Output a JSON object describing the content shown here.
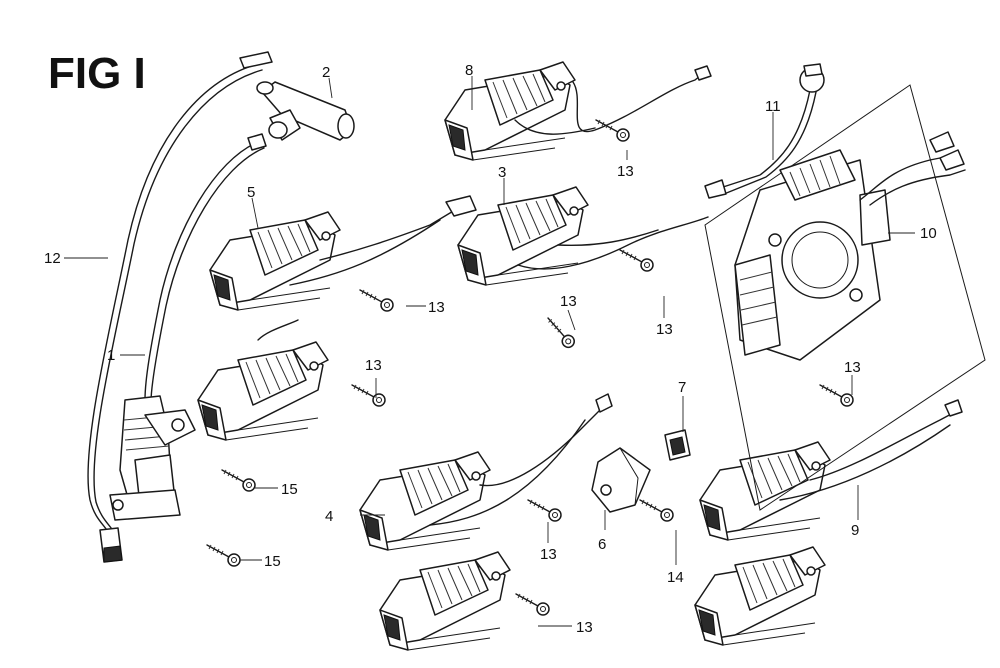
{
  "figure_title": "FIG I",
  "callouts": {
    "c1": "1",
    "c2": "2",
    "c3": "3",
    "c4": "4",
    "c5": "5",
    "c6": "6",
    "c7": "7",
    "c8": "8",
    "c9": "9",
    "c10": "10",
    "c11": "11",
    "c12": "12",
    "c13a": "13",
    "c13b": "13",
    "c13c": "13",
    "c13d": "13",
    "c13e": "13",
    "c13f": "13",
    "c13g": "13",
    "c13h": "13",
    "c14": "14",
    "c15a": "15",
    "c15b": "15"
  }
}
